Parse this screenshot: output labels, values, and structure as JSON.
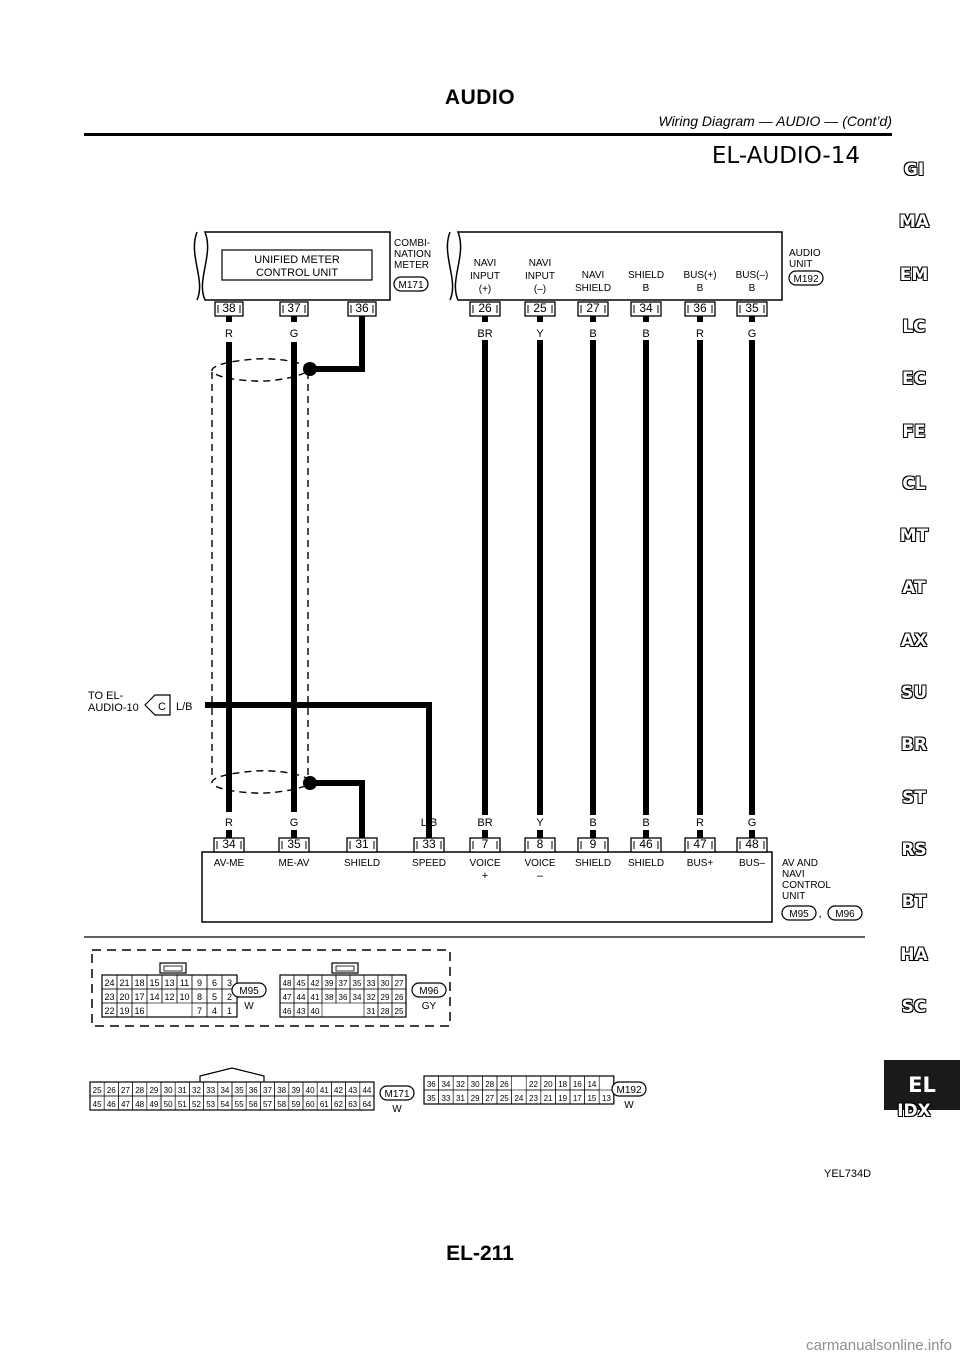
{
  "header": {
    "title": "AUDIO",
    "subtitle": "Wiring Diagram — AUDIO — (Cont’d)",
    "diagram_code": "EL-AUDIO-14"
  },
  "top_left_unit": {
    "name_line1": "UNIFIED METER",
    "name_line2": "CONTROL UNIT",
    "tag_lines": [
      "COMBI-",
      "NATION",
      "METER"
    ],
    "connector": "M171",
    "pins": [
      "38",
      "37",
      "36"
    ],
    "wires": [
      "R",
      "G",
      ""
    ]
  },
  "audio_unit": {
    "tag_lines": [
      "AUDIO",
      "UNIT"
    ],
    "connector": "M192",
    "labels": [
      [
        "NAVI",
        "INPUT",
        "(+)"
      ],
      [
        "NAVI",
        "INPUT",
        "(–)"
      ],
      [
        "NAVI",
        "SHIELD",
        ""
      ],
      [
        "SHIELD",
        "B",
        ""
      ],
      [
        "BUS(+)",
        "B",
        ""
      ],
      [
        "BUS(–)",
        "B",
        ""
      ]
    ],
    "pins": [
      "26",
      "25",
      "27",
      "34",
      "36",
      "35"
    ],
    "wires": [
      "BR",
      "Y",
      "B",
      "B",
      "R",
      "G"
    ]
  },
  "offpage": {
    "dest_line1": "TO EL-",
    "dest_line2": "AUDIO-10",
    "letter": "C",
    "wire": "L/B"
  },
  "bottom_unit": {
    "tag_lines": [
      "AV AND",
      "NAVI",
      "CONTROL",
      "UNIT"
    ],
    "connectors": [
      "M95",
      "M96"
    ],
    "separator": ",",
    "wires": [
      "R",
      "G",
      "",
      "L/B",
      "BR",
      "Y",
      "B",
      "B",
      "R",
      "G"
    ],
    "pins": [
      "34",
      "35",
      "31",
      "33",
      "7",
      "8",
      "9",
      "46",
      "47",
      "48"
    ],
    "labels": [
      "AV-ME",
      "ME-AV",
      "SHIELD",
      "SPEED",
      "VOICE",
      "VOICE",
      "SHIELD",
      "SHIELD",
      "BUS+",
      "BUS–"
    ],
    "sublabels": [
      "",
      "",
      "",
      "",
      "+",
      "–",
      "",
      "",
      "",
      ""
    ]
  },
  "connector_views": {
    "m95": {
      "id": "M95",
      "color": "W",
      "rows": [
        [
          "24",
          "21",
          "18",
          "15",
          "13",
          "11",
          "9",
          "6",
          "3"
        ],
        [
          "23",
          "20",
          "17",
          "14",
          "12",
          "10",
          "8",
          "5",
          "2"
        ],
        [
          "22",
          "19",
          "16",
          "",
          "",
          "",
          "7",
          "4",
          "1"
        ]
      ]
    },
    "m96": {
      "id": "M96",
      "color": "GY",
      "rows": [
        [
          "48",
          "45",
          "42",
          "39",
          "37",
          "35",
          "33",
          "30",
          "27"
        ],
        [
          "47",
          "44",
          "41",
          "38",
          "36",
          "34",
          "32",
          "29",
          "26"
        ],
        [
          "46",
          "43",
          "40",
          "",
          "",
          "",
          "31",
          "28",
          "25"
        ]
      ]
    },
    "m171": {
      "id": "M171",
      "color": "W",
      "rows": [
        [
          "25",
          "26",
          "27",
          "28",
          "29",
          "30",
          "31",
          "32",
          "33",
          "34",
          "35",
          "36",
          "37",
          "38",
          "39",
          "40",
          "41",
          "42",
          "43",
          "44"
        ],
        [
          "45",
          "46",
          "47",
          "48",
          "49",
          "50",
          "51",
          "52",
          "53",
          "54",
          "55",
          "56",
          "57",
          "58",
          "59",
          "60",
          "61",
          "62",
          "63",
          "64"
        ]
      ]
    },
    "m192": {
      "id": "M192",
      "color": "W",
      "rows": [
        [
          "36",
          "34",
          "32",
          "30",
          "28",
          "26",
          "",
          "22",
          "20",
          "18",
          "16",
          "14"
        ],
        [
          "35",
          "33",
          "31",
          "29",
          "27",
          "25",
          "24",
          "23",
          "21",
          "19",
          "17",
          "15",
          "13"
        ]
      ]
    }
  },
  "side_index": [
    "GI",
    "MA",
    "EM",
    "LC",
    "EC",
    "FE",
    "CL",
    "MT",
    "AT",
    "AX",
    "SU",
    "BR",
    "ST",
    "RS",
    "BT",
    "HA",
    "SC",
    "EL",
    "IDX"
  ],
  "active_index": "EL",
  "figure_code": "YEL734D",
  "page_number": "EL-211",
  "watermark": "carmanualsonline.info"
}
